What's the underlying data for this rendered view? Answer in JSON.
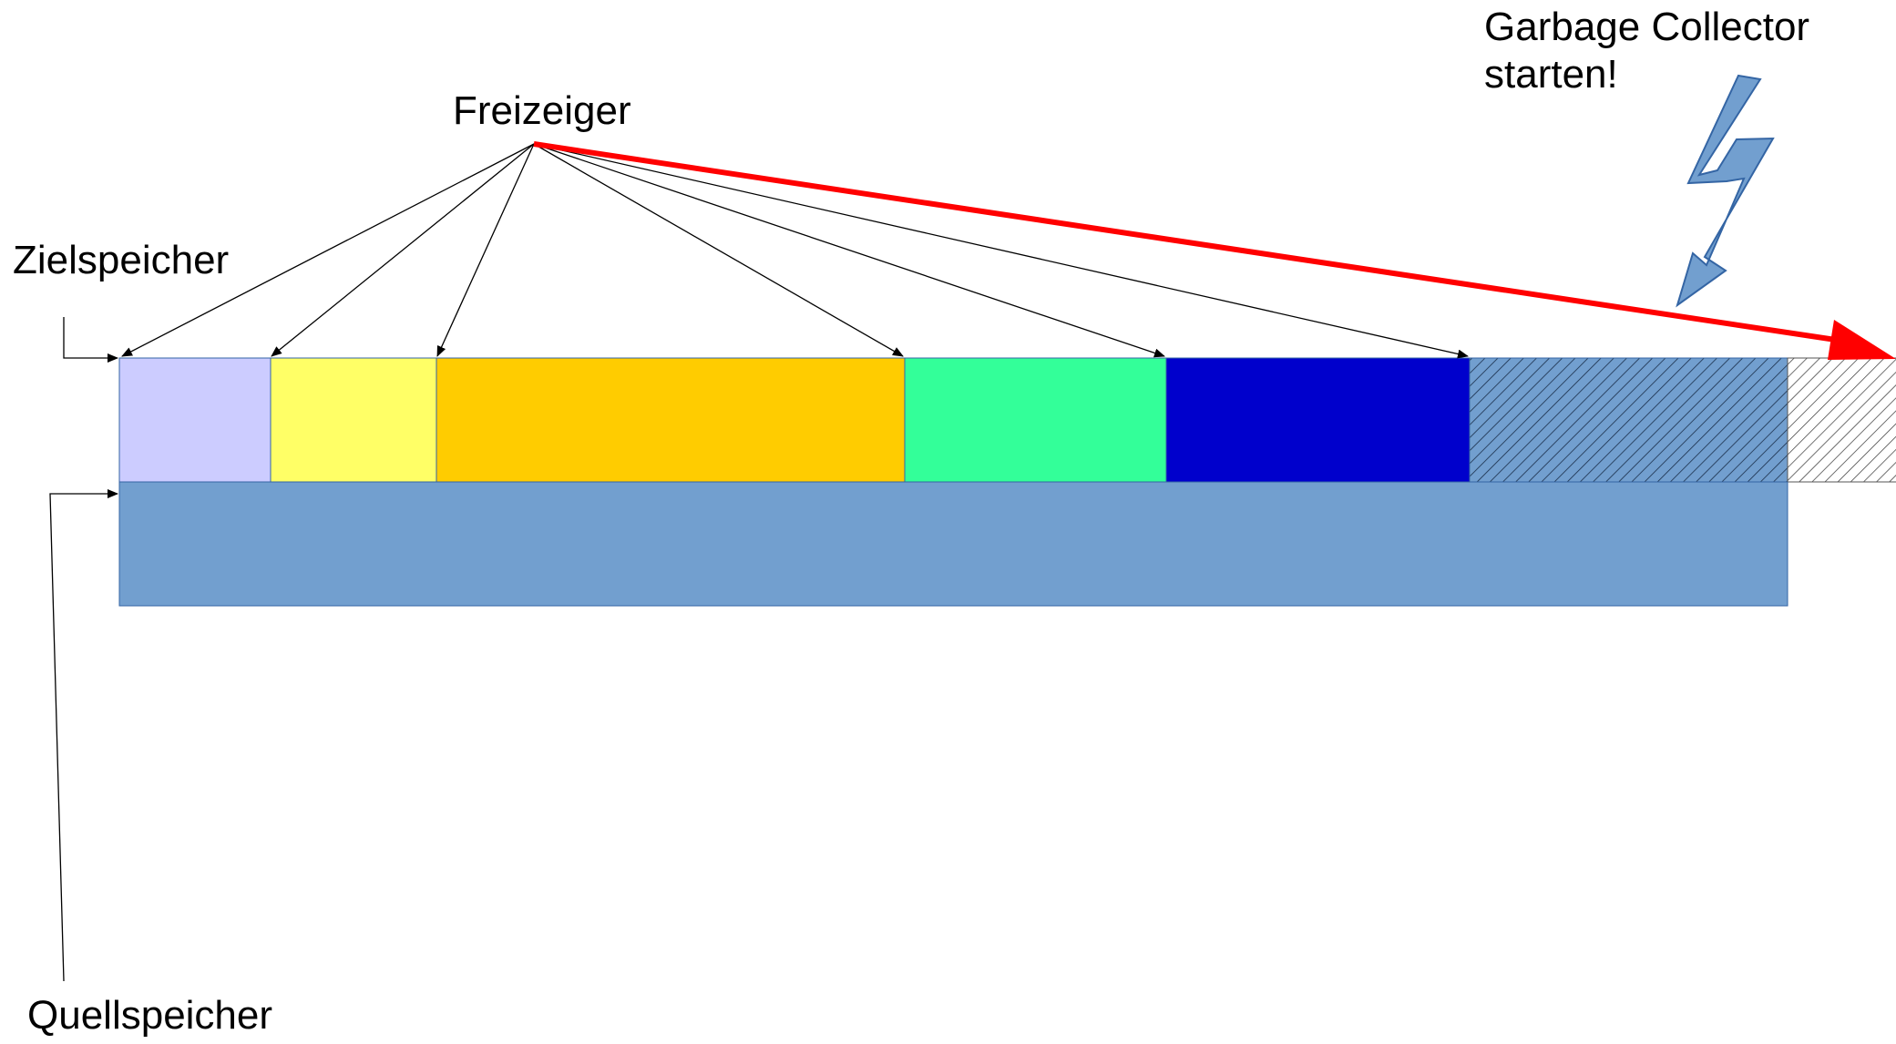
{
  "labels": {
    "free_pointer": "Freizeiger",
    "target_memory": "Zielspeicher",
    "source_memory": "Quellspeicher",
    "gc_line1": "Garbage Collector",
    "gc_line2": "starten!"
  },
  "colors": {
    "block_lavender": "#ccccff",
    "block_yellow": "#ffff66",
    "block_orange": "#ffcc00",
    "block_green": "#33ff99",
    "block_blue": "#0000cc",
    "source_memory": "#729fcf",
    "hatched_region": "#729fcf",
    "red_arrow": "#ff0000",
    "lightning": "#729fcf",
    "outline": "#3465a4"
  },
  "icons": {
    "lightning": "lightning-bolt-icon"
  }
}
